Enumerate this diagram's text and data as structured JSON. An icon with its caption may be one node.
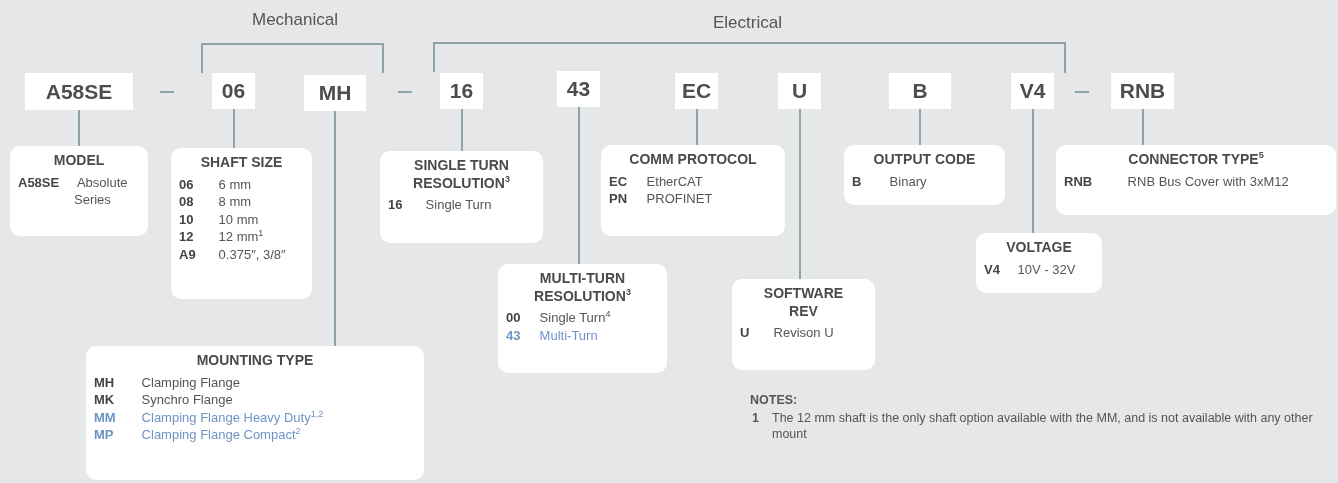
{
  "diagram": {
    "nodes": [
      {
        "text": [
          "A58SE"
        ]
      },
      {
        "text": [
          "06"
        ]
      },
      {
        "text": [
          "MH"
        ]
      },
      {
        "text": [
          "16"
        ]
      },
      {
        "text": [
          "43"
        ]
      },
      {
        "text": [
          "EC"
        ]
      },
      {
        "text": [
          "U"
        ]
      },
      {
        "text": [
          "B"
        ]
      },
      {
        "text": [
          "V4"
        ]
      },
      {
        "text": [
          "RNB"
        ]
      },
      {
        "text": [
          "MODEL",
          "**A58SE** Absolute Series"
        ]
      },
      {
        "text": [
          "SHAFT SIZE",
          "**06** 6 mm",
          "**08** 8 mm",
          "**10** 10 mm",
          "**12** 12 mm$^{1}$",
          "**A9** 0.375″, 3/8″"
        ]
      },
      {
        "text": [
          "SINGLE TURN RESOLUTION$^{3}$",
          "**16** Single Turn"
        ]
      },
      {
        "text": [
          "COMM PROTOCOL",
          "**EC** EtherCAT",
          "**PN** PROFINET"
        ]
      },
      {
        "text": [
          "OUTPUT CODE",
          "**B** Binary"
        ]
      },
      {
        "text": [
          "CONNECTOR TYPE$^{5}$",
          "**RNB** RNB Bus Cover with 3xM12"
        ]
      },
      {
        "text": [
          "VOLTAGE",
          "**V4** 10V - 32V"
        ]
      },
      {
        "text": [
          "MULTI-TURN RESOLUTION$^{3}$",
          "**00** Single Turn$^{4}$",
          "**43** Multi-Turn"
        ]
      },
      {
        "text": [
          "SOFTWARE REV",
          "**U** Revison U"
        ]
      },
      {
        "text": [
          "MOUNTING TYPE",
          "**MH** Clamping Flange",
          "**MK** Synchro Flange",
          "**MM** Clamping Flange Heavy Duty$^{1,2}$",
          "**MP** Clamping Flange Compact$^{2}$"
        ]
      }
    ],
    "edges": [
      {
        "from": 0,
        "to": 10,
        "arrow": "none"
      },
      {
        "from": 1,
        "to": 11,
        "arrow": "none"
      },
      {
        "from": 2,
        "to": 19,
        "arrow": "none"
      },
      {
        "from": 3,
        "to": 12,
        "arrow": "none"
      },
      {
        "from": 4,
        "to": 17,
        "arrow": "none"
      },
      {
        "from": 5,
        "to": 13,
        "arrow": "none"
      },
      {
        "from": 6,
        "to": 18,
        "arrow": "none"
      },
      {
        "from": 7,
        "to": 14,
        "arrow": "none"
      },
      {
        "from": 8,
        "to": 16,
        "arrow": "none"
      },
      {
        "from": 9,
        "to": 15,
        "arrow": "none"
      }
    ],
    "labels": [
      "Mechanical",
      "Electrical",
      "NOTES:",
      "1",
      "The 12 mm shaft is the only shaft option available with the MM, and is not available with any other mount"
    ]
  }
}
